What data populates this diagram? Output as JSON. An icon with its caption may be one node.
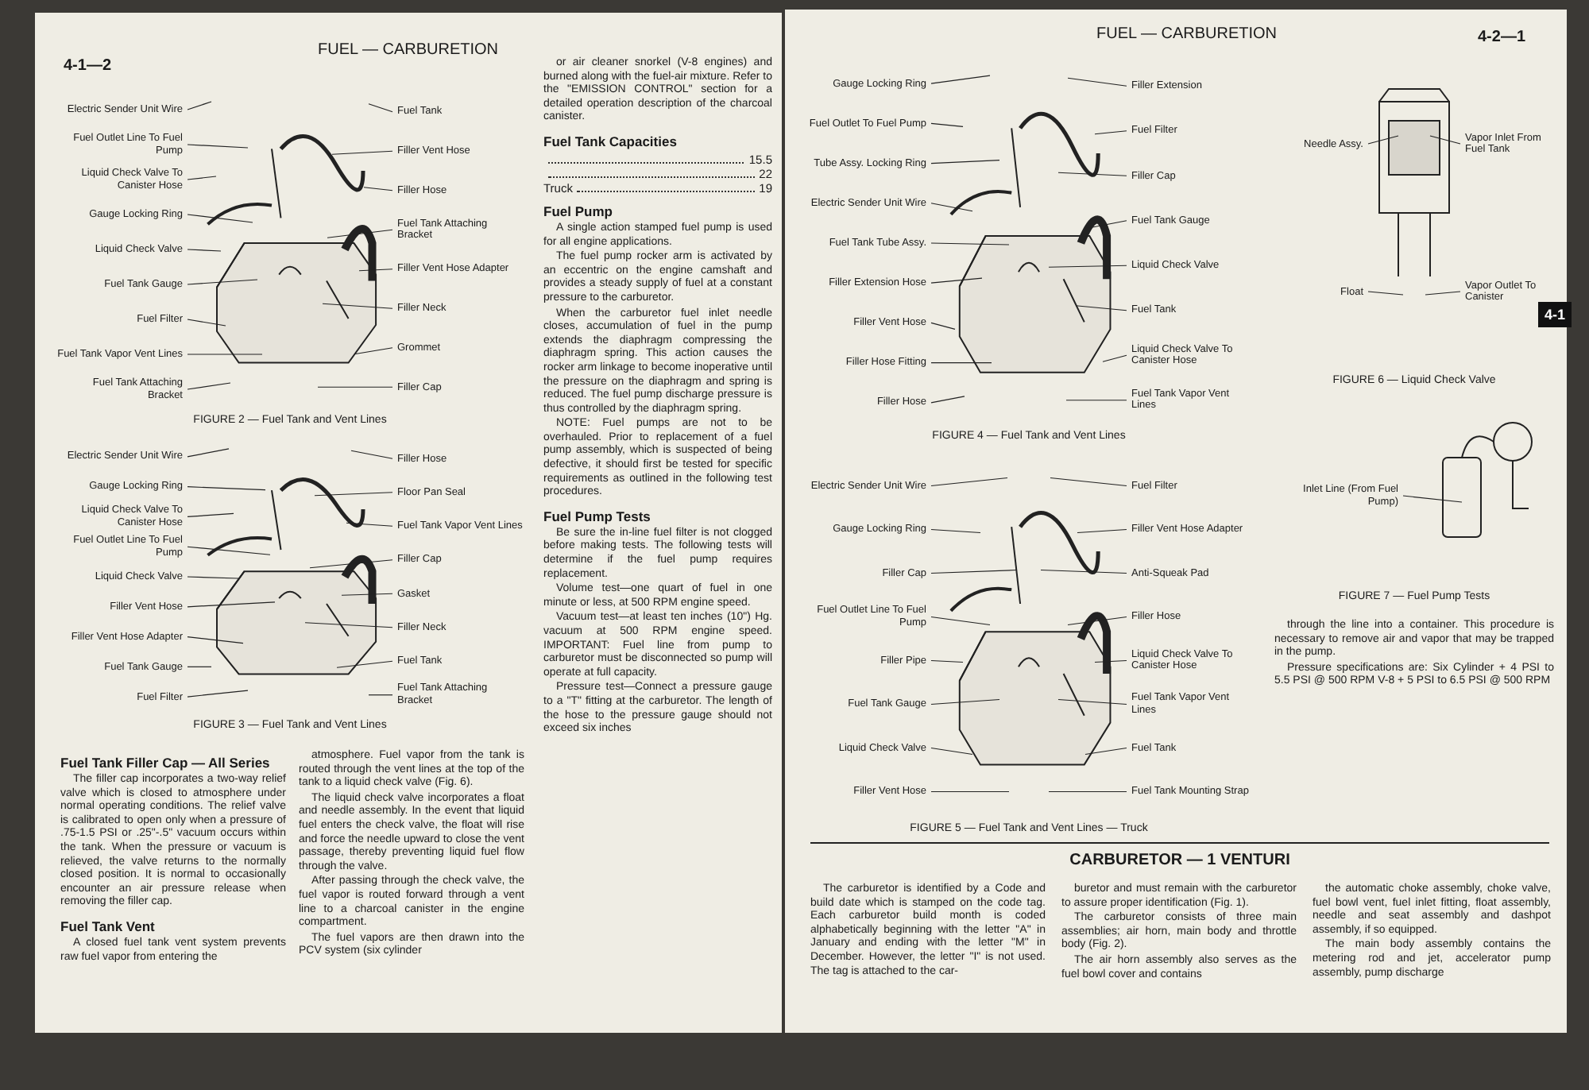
{
  "diagram": {
    "nodes": [
      {
        "text": [
          "Electric Sender Unit Wire"
        ]
      },
      {
        "text": [
          "Fuel Outlet Line To Fuel Pump"
        ]
      },
      {
        "text": [
          "Liquid Check Valve To Canister Hose"
        ]
      },
      {
        "text": [
          "Gauge Locking Ring"
        ]
      },
      {
        "text": [
          "Liquid Check Valve"
        ]
      },
      {
        "text": [
          "Fuel Tank Gauge"
        ]
      },
      {
        "text": [
          "Fuel Filter"
        ]
      },
      {
        "text": [
          "Fuel Tank Vapor Vent Lines"
        ]
      },
      {
        "text": [
          "Fuel Tank Attaching Bracket"
        ]
      },
      {
        "text": [
          "Fuel Tank"
        ]
      },
      {
        "text": [
          "Filler Vent Hose"
        ]
      },
      {
        "text": [
          "Filler Hose"
        ]
      },
      {
        "text": [
          "Fuel Tank Attaching Bracket"
        ]
      },
      {
        "text": [
          "Filler Vent Hose Adapter"
        ]
      },
      {
        "text": [
          "Filler Neck"
        ]
      },
      {
        "text": [
          "Grommet"
        ]
      },
      {
        "text": [
          "Filler Cap"
        ]
      },
      {
        "text": [
          "Electric Sender Unit Wire"
        ]
      },
      {
        "text": [
          "Gauge Locking Ring"
        ]
      },
      {
        "text": [
          "Liquid Check Valve To Canister Hose"
        ]
      },
      {
        "text": [
          "Fuel Outlet Line To Fuel Pump"
        ]
      },
      {
        "text": [
          "Liquid Check Valve"
        ]
      },
      {
        "text": [
          "Filler Vent Hose"
        ]
      },
      {
        "text": [
          "Filler Vent Hose Adapter"
        ]
      },
      {
        "text": [
          "Fuel Tank Gauge"
        ]
      },
      {
        "text": [
          "Fuel Filter"
        ]
      },
      {
        "text": [
          "Filler Hose"
        ]
      },
      {
        "text": [
          "Floor Pan Seal"
        ]
      },
      {
        "text": [
          "Fuel Tank Vapor Vent Lines"
        ]
      },
      {
        "text": [
          "Filler Cap"
        ]
      },
      {
        "text": [
          "Gasket"
        ]
      },
      {
        "text": [
          "Filler Neck"
        ]
      },
      {
        "text": [
          "Fuel Tank"
        ]
      },
      {
        "text": [
          "Fuel Tank Attaching Bracket"
        ]
      },
      {
        "text": [
          "Gauge Locking Ring"
        ]
      },
      {
        "text": [
          "Fuel Outlet To Fuel Pump"
        ]
      },
      {
        "text": [
          "Tube Assy. Locking Ring"
        ]
      },
      {
        "text": [
          "Electric Sender Unit Wire"
        ]
      },
      {
        "text": [
          "Fuel Tank Tube Assy."
        ]
      },
      {
        "text": [
          "Filler Extension Hose"
        ]
      },
      {
        "text": [
          "Filler Vent Hose"
        ]
      },
      {
        "text": [
          "Filler Hose Fitting"
        ]
      },
      {
        "text": [
          "Filler Hose"
        ]
      },
      {
        "text": [
          "Filler Extension"
        ]
      },
      {
        "text": [
          "Fuel Filter"
        ]
      },
      {
        "text": [
          "Filler Cap"
        ]
      },
      {
        "text": [
          "Fuel Tank Gauge"
        ]
      },
      {
        "text": [
          "Liquid Check Valve"
        ]
      },
      {
        "text": [
          "Fuel Tank"
        ]
      },
      {
        "text": [
          "Liquid Check Valve To Canister Hose"
        ]
      },
      {
        "text": [
          "Fuel Tank Vapor Vent Lines"
        ]
      },
      {
        "text": [
          "Electric Sender Unit Wire"
        ]
      },
      {
        "text": [
          "Gauge Locking Ring"
        ]
      },
      {
        "text": [
          "Filler Cap"
        ]
      },
      {
        "text": [
          "Fuel Outlet Line To Fuel Pump"
        ]
      },
      {
        "text": [
          "Filler Pipe"
        ]
      },
      {
        "text": [
          "Fuel Tank Gauge"
        ]
      },
      {
        "text": [
          "Liquid Check Valve"
        ]
      },
      {
        "text": [
          "Filler Vent Hose"
        ]
      },
      {
        "text": [
          "Fuel Filter"
        ]
      },
      {
        "text": [
          "Filler Vent Hose Adapter"
        ]
      },
      {
        "text": [
          "Anti-Squeak Pad"
        ]
      },
      {
        "text": [
          "Filler Hose"
        ]
      },
      {
        "text": [
          "Liquid Check Valve To Canister Hose"
        ]
      },
      {
        "text": [
          "Fuel Tank Vapor Vent Lines"
        ]
      },
      {
        "text": [
          "Fuel Tank"
        ]
      },
      {
        "text": [
          "Fuel Tank Mounting Strap"
        ]
      },
      {
        "text": [
          "Needle Assy."
        ]
      },
      {
        "text": [
          "Float"
        ]
      },
      {
        "text": [
          "Vapor Inlet From Fuel Tank"
        ]
      },
      {
        "text": [
          "Vapor Outlet To Canister"
        ]
      },
      {
        "text": [
          "Inlet Line (From Fuel Pump)"
        ]
      }
    ],
    "edges": [
      {
        "from": 0,
        "to": null,
        "arrow": "none"
      },
      {
        "from": 1,
        "to": null,
        "arrow": "none"
      },
      {
        "from": 2,
        "to": null,
        "arrow": "none"
      },
      {
        "from": 3,
        "to": null,
        "arrow": "none"
      },
      {
        "from": 4,
        "to": null,
        "arrow": "none"
      },
      {
        "from": 5,
        "to": null,
        "arrow": "none"
      },
      {
        "from": 6,
        "to": null,
        "arrow": "none"
      },
      {
        "from": 7,
        "to": null,
        "arrow": "none"
      },
      {
        "from": 8,
        "to": null,
        "arrow": "none"
      },
      {
        "from": 9,
        "to": null,
        "arrow": "none"
      },
      {
        "from": 10,
        "to": null,
        "arrow": "none"
      },
      {
        "from": 11,
        "to": null,
        "arrow": "none"
      },
      {
        "from": 12,
        "to": null,
        "arrow": "none"
      },
      {
        "from": 13,
        "to": null,
        "arrow": "none"
      },
      {
        "from": 14,
        "to": null,
        "arrow": "none"
      },
      {
        "from": 15,
        "to": null,
        "arrow": "none"
      },
      {
        "from": 16,
        "to": null,
        "arrow": "none"
      },
      {
        "from": 17,
        "to": null,
        "arrow": "none"
      },
      {
        "from": 18,
        "to": null,
        "arrow": "none"
      },
      {
        "from": 19,
        "to": null,
        "arrow": "none"
      },
      {
        "from": 20,
        "to": null,
        "arrow": "none"
      },
      {
        "from": 21,
        "to": null,
        "arrow": "none"
      },
      {
        "from": 22,
        "to": null,
        "arrow": "none"
      },
      {
        "from": 23,
        "to": null,
        "arrow": "none"
      },
      {
        "from": 24,
        "to": null,
        "arrow": "none"
      },
      {
        "from": 25,
        "to": null,
        "arrow": "none"
      },
      {
        "from": 26,
        "to": null,
        "arrow": "none"
      },
      {
        "from": 27,
        "to": null,
        "arrow": "none"
      },
      {
        "from": 28,
        "to": null,
        "arrow": "none"
      },
      {
        "from": 29,
        "to": null,
        "arrow": "none"
      },
      {
        "from": 30,
        "to": null,
        "arrow": "none"
      },
      {
        "from": 31,
        "to": null,
        "arrow": "none"
      },
      {
        "from": 32,
        "to": null,
        "arrow": "none"
      },
      {
        "from": 33,
        "to": null,
        "arrow": "none"
      },
      {
        "from": 34,
        "to": null,
        "arrow": "none"
      },
      {
        "from": 35,
        "to": null,
        "arrow": "none"
      },
      {
        "from": 36,
        "to": null,
        "arrow": "none"
      },
      {
        "from": 37,
        "to": null,
        "arrow": "none"
      },
      {
        "from": 38,
        "to": null,
        "arrow": "none"
      },
      {
        "from": 39,
        "to": null,
        "arrow": "none"
      },
      {
        "from": 40,
        "to": null,
        "arrow": "none"
      },
      {
        "from": 41,
        "to": null,
        "arrow": "none"
      },
      {
        "from": 42,
        "to": null,
        "arrow": "none"
      },
      {
        "from": 43,
        "to": null,
        "arrow": "none"
      },
      {
        "from": 44,
        "to": null,
        "arrow": "none"
      },
      {
        "from": 45,
        "to": null,
        "arrow": "none"
      },
      {
        "from": 46,
        "to": null,
        "arrow": "none"
      },
      {
        "from": 47,
        "to": null,
        "arrow": "none"
      },
      {
        "from": 48,
        "to": null,
        "arrow": "none"
      },
      {
        "from": 49,
        "to": null,
        "arrow": "none"
      },
      {
        "from": 50,
        "to": null,
        "arrow": "none"
      },
      {
        "from": 51,
        "to": null,
        "arrow": "none"
      },
      {
        "from": 52,
        "to": null,
        "arrow": "none"
      },
      {
        "from": 53,
        "to": null,
        "arrow": "none"
      },
      {
        "from": 54,
        "to": null,
        "arrow": "none"
      },
      {
        "from": 55,
        "to": null,
        "arrow": "none"
      },
      {
        "from": 56,
        "to": null,
        "arrow": "none"
      },
      {
        "from": 57,
        "to": null,
        "arrow": "none"
      },
      {
        "from": 58,
        "to": null,
        "arrow": "none"
      },
      {
        "from": 59,
        "to": null,
        "arrow": "none"
      },
      {
        "from": 60,
        "to": null,
        "arrow": "none"
      },
      {
        "from": 61,
        "to": null,
        "arrow": "none"
      },
      {
        "from": 62,
        "to": null,
        "arrow": "none"
      },
      {
        "from": 63,
        "to": null,
        "arrow": "none"
      },
      {
        "from": 64,
        "to": null,
        "arrow": "none"
      },
      {
        "from": 65,
        "to": null,
        "arrow": "none"
      },
      {
        "from": 66,
        "to": null,
        "arrow": "none"
      },
      {
        "from": 67,
        "to": null,
        "arrow": "none"
      },
      {
        "from": 68,
        "to": null,
        "arrow": "none"
      },
      {
        "from": 69,
        "to": null,
        "arrow": "none"
      },
      {
        "from": 70,
        "to": null,
        "arrow": "none"
      },
      {
        "from": 71,
        "to": null,
        "arrow": "none"
      }
    ],
    "labels": [
      "4-1—2",
      "FUEL — CARBURETION",
      "FIGURE 2 — Fuel Tank and Vent Lines",
      "FIGURE 3 — Fuel Tank and Vent Lines",
      "Fuel Tank Filler Cap — All Series",
      "The filler cap incorporates a two-way relief valve which is closed to atmosphere under normal operating conditions. The relief valve is calibrated to open only when a pressure of .75-1.5 PSI or .25\"-.5\" vacuum occurs within the tank. When the pressure or vacuum is relieved, the valve returns to the normally closed position. It is normal to occasionally encounter an air pressure release when removing the filler cap.",
      "Fuel Tank Vent",
      "A closed fuel tank vent system prevents raw fuel vapor from entering the",
      "atmosphere. Fuel vapor from the tank is routed through the vent lines at the top of the tank to a liquid check valve (Fig. 6).",
      "The liquid check valve incorporates a float and needle assembly. In the event that liquid fuel enters the check valve, the float will rise and force the needle upward to close the vent passage, thereby preventing liquid fuel flow through the valve.",
      "After passing through the check valve, the fuel vapor is routed forward through a vent line to a charcoal canister in the engine compartment.",
      "The fuel vapors are then drawn into the PCV system (six cylinder",
      "or air cleaner snorkel (V-8 engines) and burned along with the fuel-air mixture. Refer to the \"EMISSION CONTROL\" section for a detailed operation description of the charcoal canister.",
      "Fuel Tank Capacities",
      "15.5",
      "22",
      "Truck",
      "19",
      "Fuel Pump",
      "A single action stamped fuel pump is used for all engine applications.",
      "The fuel pump rocker arm is activated by an eccentric on the engine camshaft and provides a steady supply of fuel at a constant pressure to the carburetor.",
      "When the carburetor fuel inlet needle closes, accumulation of fuel in the pump extends the diaphragm compressing the diaphragm spring. This action causes the rocker arm linkage to become inoperative until the pressure on the diaphragm and spring is reduced. The fuel pump discharge pressure is thus controlled by the diaphragm spring.",
      "NOTE: Fuel pumps are not to be overhauled. Prior to replacement of a fuel pump assembly, which is suspected of being defective, it should first be tested for specific requirements as outlined in the following test procedures.",
      "Fuel Pump Tests",
      "Be sure the in-line fuel filter is not clogged before making tests. The following tests will determine if the fuel pump requires replacement.",
      "Volume test—one quart of fuel in one minute or less, at 500 RPM engine speed.",
      "Vacuum test—at least ten inches (10\") Hg. vacuum at 500 RPM engine speed. IMPORTANT: Fuel line from pump to carburetor must be disconnected so pump will operate at full capacity.",
      "Pressure test—Connect a pressure gauge to a \"T\" fitting at the carburetor. The length of the hose to the pressure gauge should not exceed six inches",
      "FUEL — CARBURETION",
      "4-2—1",
      "4-1",
      "FIGURE 4 — Fuel Tank and Vent Lines",
      "FIGURE 5 — Fuel Tank and Vent Lines — Truck",
      "FIGURE 6 — Liquid Check Valve",
      "FIGURE 7 — Fuel Pump Tests",
      "through the line into a container. This procedure is necessary to remove air and vapor that may be trapped in the pump.",
      "Pressure specifications are: Six Cylinder + 4 PSI to 5.5 PSI @ 500 RPM V-8 + 5 PSI to 6.5 PSI @ 500 RPM",
      "CARBURETOR — 1 VENTURI",
      "The carburetor is identified by a Code and build date which is stamped on the code tag. Each carburetor build month is coded alphabetically beginning with the letter \"A\" in January and ending with the letter \"M\" in December. However, the letter \"I\" is not used. The tag is attached to the car-",
      "buretor and must remain with the carburetor to assure proper identification (Fig. 1).",
      "The carburetor consists of three main assemblies; air horn, main body and throttle body (Fig. 2).",
      "The air horn assembly also serves as the fuel bowl cover and contains",
      "the automatic choke assembly, choke valve, fuel bowl vent, fuel inlet fitting, float assembly, needle and seat assembly and dashpot assembly, if so equipped.",
      "The main body assembly contains the metering rod and jet, accelerator pump assembly, pump discharge"
    ]
  }
}
